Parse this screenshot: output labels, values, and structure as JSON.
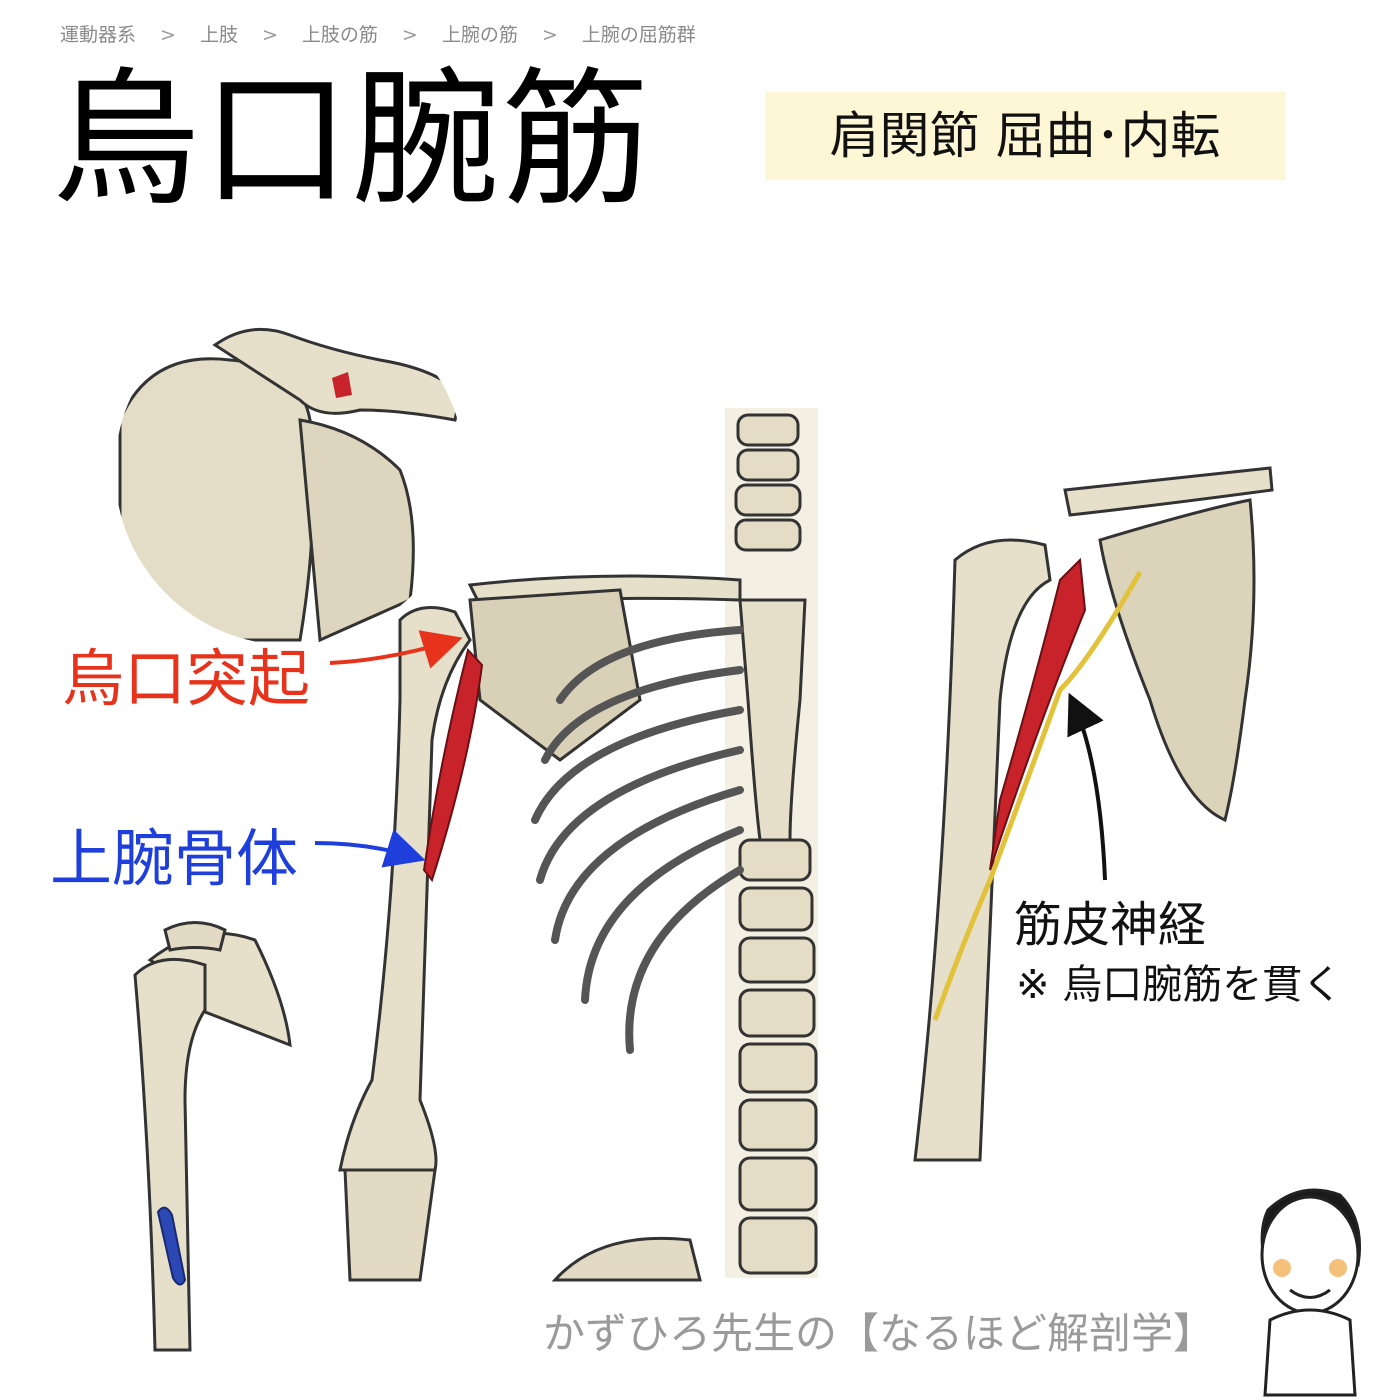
{
  "breadcrumb": [
    "運動器系",
    "上肢",
    "上肢の筋",
    "上腕の筋",
    "上腕の屈筋群"
  ],
  "breadcrumb_separator": ">",
  "title": "烏口腕筋",
  "action": "肩関節 屈曲･内転",
  "labels": {
    "origin": "烏口突起",
    "insertion": "上腕骨体",
    "nerve": "筋皮神経",
    "nerve_note": "※ 烏口腕筋を貫く"
  },
  "credit": "かずひろ先生の【なるほど解剖学】",
  "colors": {
    "bone": "#e6dfca",
    "muscle": "#c8232a",
    "origin": "#e8331c",
    "insertion": "#1f3fdd",
    "nerve": "#e2c23a",
    "action_bg": "#fdf7d6"
  }
}
